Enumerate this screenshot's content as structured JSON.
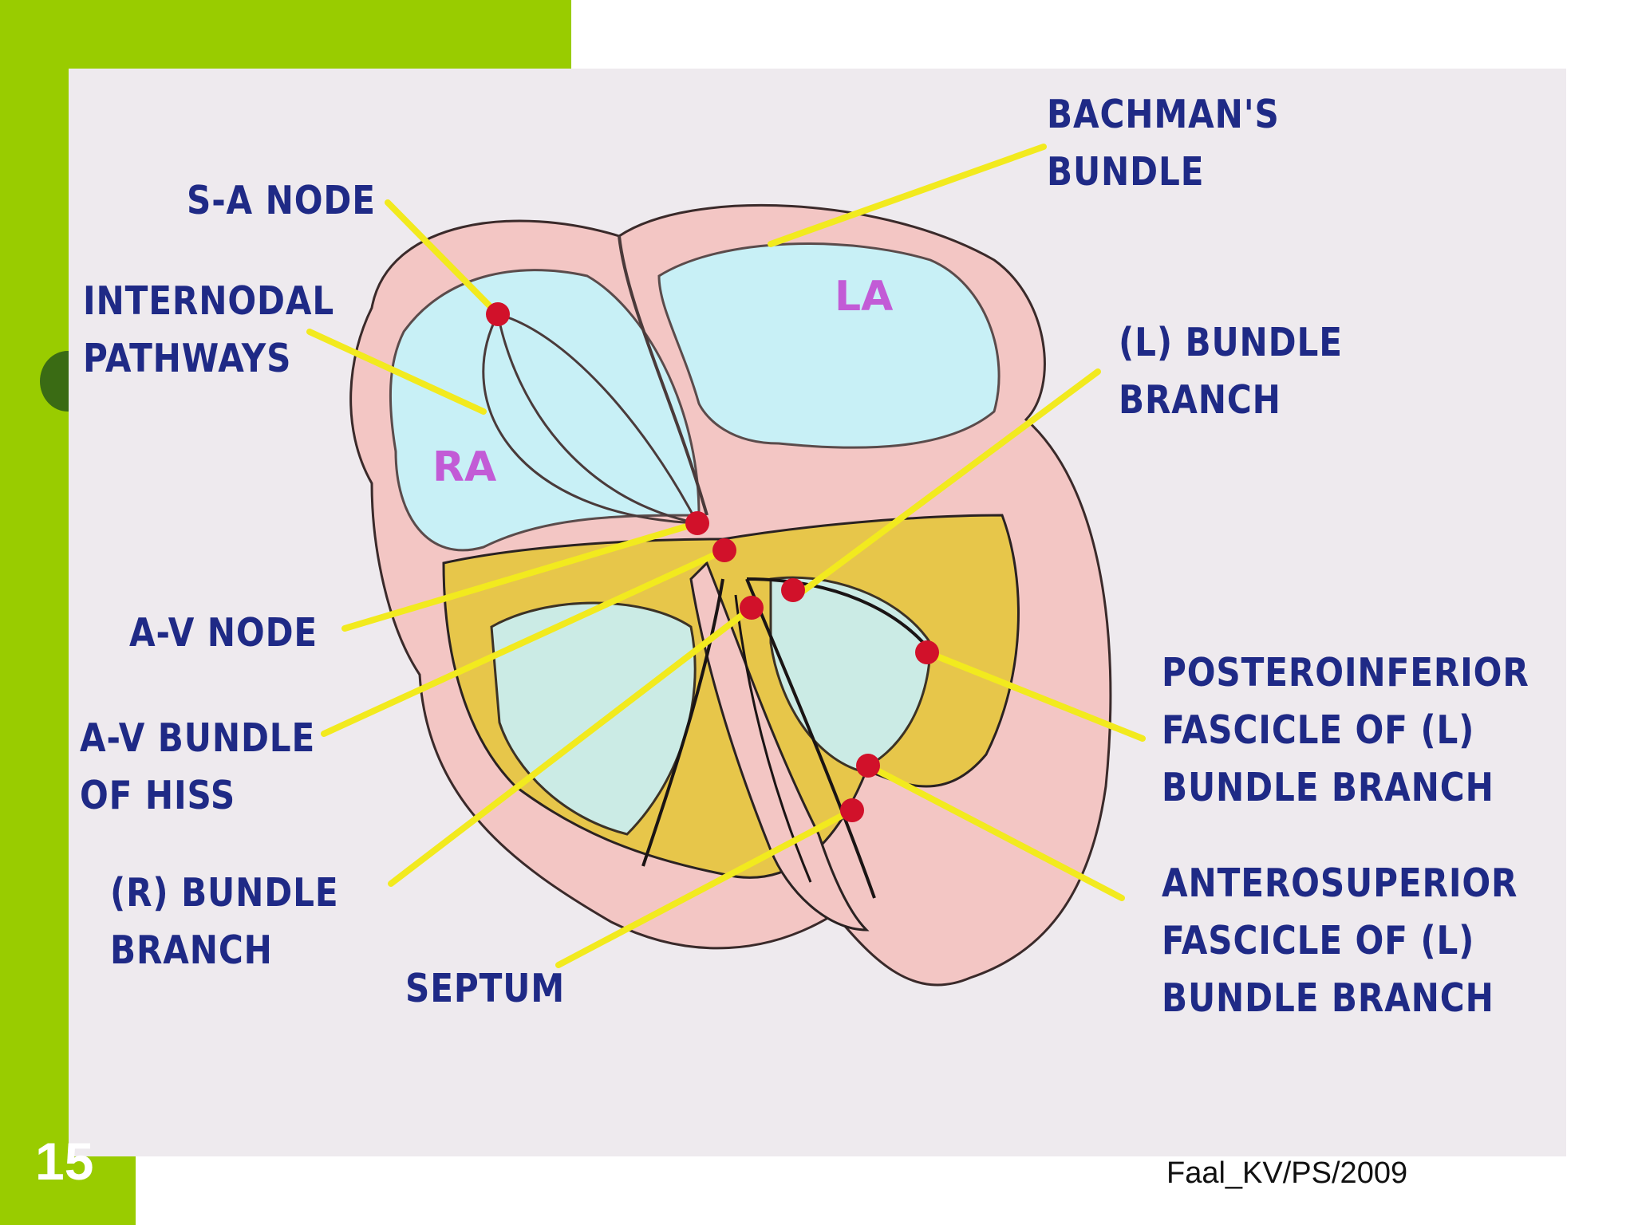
{
  "diagram": {
    "chambers": {
      "ra": "RA",
      "la": "LA"
    },
    "labels": {
      "bachmans_bundle": [
        "BACHMAN'S",
        "BUNDLE"
      ],
      "sa_node": [
        "S-A NODE"
      ],
      "internodal_pathways": [
        "INTERNODAL",
        "PATHWAYS"
      ],
      "l_bundle_branch": [
        "(L) BUNDLE",
        "BRANCH"
      ],
      "av_node": [
        "A-V NODE"
      ],
      "av_bundle_of_hiss": [
        "A-V BUNDLE",
        "OF HISS"
      ],
      "r_bundle_branch": [
        "(R) BUNDLE",
        "BRANCH"
      ],
      "septum": [
        "SEPTUM"
      ],
      "posteroinferior_fascicle": [
        "POSTEROINFERIOR",
        "FASCICLE OF (L)",
        "BUNDLE BRANCH"
      ],
      "anterosuperior_fascicle": [
        "ANTEROSUPERIOR",
        "FASCICLE OF (L)",
        "BUNDLE BRANCH"
      ]
    },
    "colors": {
      "label_text": "#1f2a86",
      "chamber_text": "#c25bd6",
      "leader_line": "#f2ea1e",
      "node_dot": "#d1112a",
      "myocardium": "#f3c6c4",
      "atrium_fill": "#c8f0f6",
      "purkinje_yellow": "#e7c64a"
    }
  },
  "slide": {
    "number": "15",
    "credit": "Faal_KV/PS/2009",
    "theme_colors": {
      "accent_green": "#99cc00",
      "bullet_dark_green": "#3a6b14"
    }
  }
}
